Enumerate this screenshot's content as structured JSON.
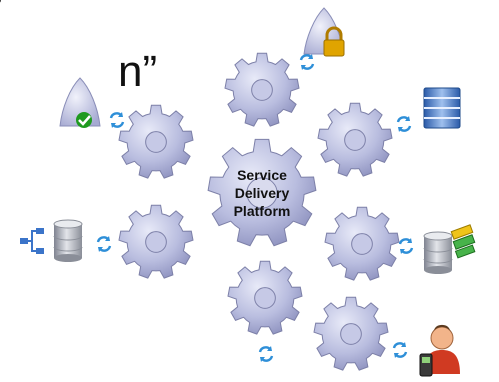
{
  "partial_text": {
    "top_fragment": "•",
    "heading_fragment": "n”"
  },
  "center": {
    "lines": [
      "Service",
      "Delivery",
      "Platform"
    ]
  },
  "colors": {
    "gear_fill": "#b9bddf",
    "gear_stroke": "#7d80a8",
    "cylinder": "#a9adb7",
    "cycle_arrow": "#2e8fd8",
    "badge_green": "#1f9a1f",
    "lock_gold": "#e0a400",
    "stack_blue": "#3b74c9"
  },
  "icons": [
    "shield-check-icon",
    "lock-icon",
    "server-stack-icon",
    "database-network-icon",
    "database-money-icon",
    "user-phone-icon",
    "cycle-arrow-icon"
  ]
}
